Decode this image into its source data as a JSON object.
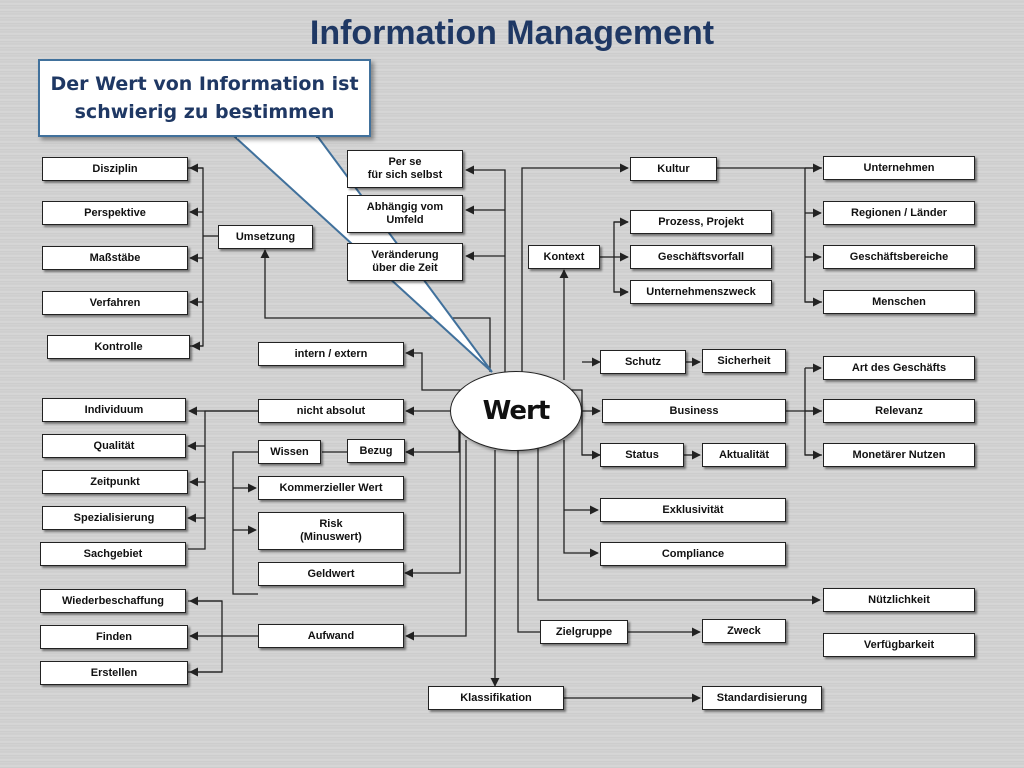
{
  "title": "Information Management",
  "callout": {
    "line1": "Der Wert von Information ist",
    "line2": "schwierig zu bestimmen"
  },
  "center": "Wert",
  "nodes": {
    "disziplin": "Disziplin",
    "perspektive": "Perspektive",
    "massstaebe": "Maßstäbe",
    "verfahren": "Verfahren",
    "kontrolle": "Kontrolle",
    "umsetzung": "Umsetzung",
    "per_se": "Per se\nfür sich selbst",
    "umfeld": "Abhängig vom\nUmfeld",
    "veraenderung": "Veränderung\nüber die Zeit",
    "intern_extern": "intern / extern",
    "individuum": "Individuum",
    "qualitaet": "Qualität",
    "zeitpunkt": "Zeitpunkt",
    "spezialisierung": "Spezialisierung",
    "sachgebiet": "Sachgebiet",
    "nicht_absolut": "nicht absolut",
    "wissen": "Wissen",
    "bezug": "Bezug",
    "kommerziell": "Kommerzieller Wert",
    "risk": "Risk\n(Minuswert)",
    "geldwert": "Geldwert",
    "wiederbeschaffung": "Wiederbeschaffung",
    "finden": "Finden",
    "erstellen": "Erstellen",
    "aufwand": "Aufwand",
    "klassifikation": "Klassifikation",
    "standardisierung": "Standardisierung",
    "kultur": "Kultur",
    "kontext": "Kontext",
    "prozess": "Prozess, Projekt",
    "geschaeftsvorfall": "Geschäftsvorfall",
    "unternehmenszweck": "Unternehmenszweck",
    "unternehmen": "Unternehmen",
    "regionen": "Regionen / Länder",
    "geschaeftsbereiche": "Geschäftsbereiche",
    "menschen": "Menschen",
    "schutz": "Schutz",
    "sicherheit": "Sicherheit",
    "business": "Business",
    "status": "Status",
    "aktualitaet": "Aktualität",
    "art_geschaeft": "Art des Geschäfts",
    "relevanz": "Relevanz",
    "monetaer": "Monetärer Nutzen",
    "exklusivitaet": "Exklusivität",
    "compliance": "Compliance",
    "nuetzlichkeit": "Nützlichkeit",
    "verfuegbarkeit": "Verfügbarkeit",
    "zielgruppe": "Zielgruppe",
    "zweck": "Zweck"
  }
}
